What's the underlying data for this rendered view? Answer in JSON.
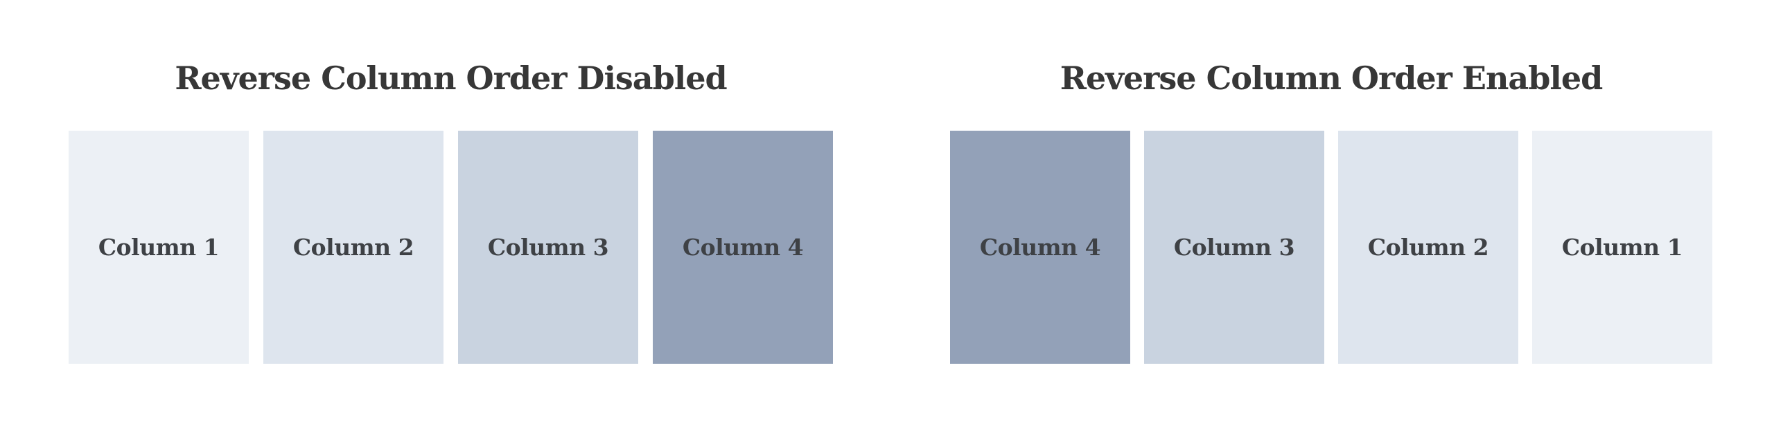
{
  "page": {
    "background_color": "#ffffff",
    "title_text_color": "#373737",
    "label_text_color": "#3e4145"
  },
  "panels": [
    {
      "title": "Reverse Column Order Disabled",
      "columns": [
        {
          "label": "Column 1",
          "color": "#ecf0f5"
        },
        {
          "label": "Column 2",
          "color": "#dee5ee"
        },
        {
          "label": "Column 3",
          "color": "#c9d3e0"
        },
        {
          "label": "Column 4",
          "color": "#93a1b8"
        }
      ]
    },
    {
      "title": "Reverse Column Order Enabled",
      "columns": [
        {
          "label": "Column 4",
          "color": "#93a1b8"
        },
        {
          "label": "Column 3",
          "color": "#c9d3e0"
        },
        {
          "label": "Column 2",
          "color": "#dee5ee"
        },
        {
          "label": "Column 1",
          "color": "#ecf0f5"
        }
      ]
    }
  ]
}
